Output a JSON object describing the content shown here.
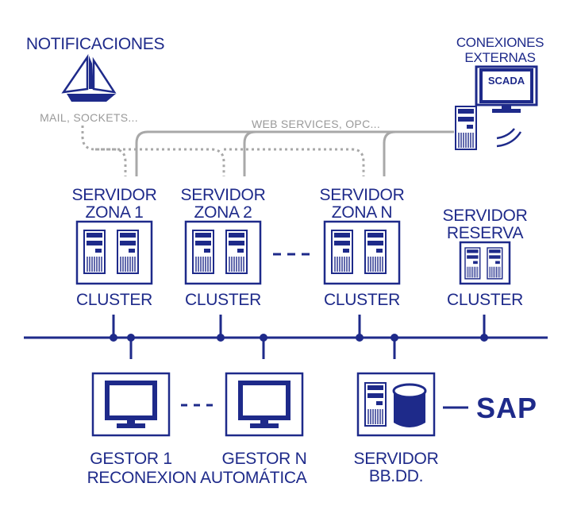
{
  "labels": {
    "notificaciones": "NOTIFICACIONES",
    "mail_sockets": "MAIL, SOCKETS...",
    "conexiones_line1": "CONEXIONES",
    "conexiones_line2": "EXTERNAS",
    "scada": "SCADA",
    "web_services": "WEB SERVICES, OPC...",
    "zona1_line1": "SERVIDOR",
    "zona1_line2": "ZONA 1",
    "zona2_line1": "SERVIDOR",
    "zona2_line2": "ZONA 2",
    "zonaN_line1": "SERVIDOR",
    "zonaN_line2": "ZONA N",
    "reserva_line1": "SERVIDOR",
    "reserva_line2": "RESERVA",
    "cluster": "CLUSTER",
    "gestor1": "GESTOR 1",
    "gestorN": "GESTOR N",
    "reconexion": "RECONEXION AUTOMÁTICA",
    "bbdd_line1": "SERVIDOR",
    "bbdd_line2": "BB.DD.",
    "sap": "SAP"
  },
  "colors": {
    "primary": "#1e2a8a",
    "connector_grey": "#a8a8a8",
    "background": "#ffffff"
  },
  "icons": [
    "sailboat-icon",
    "scada-monitor-icon",
    "server-tower-icon",
    "monitor-icon",
    "database-cylinder-icon"
  ]
}
